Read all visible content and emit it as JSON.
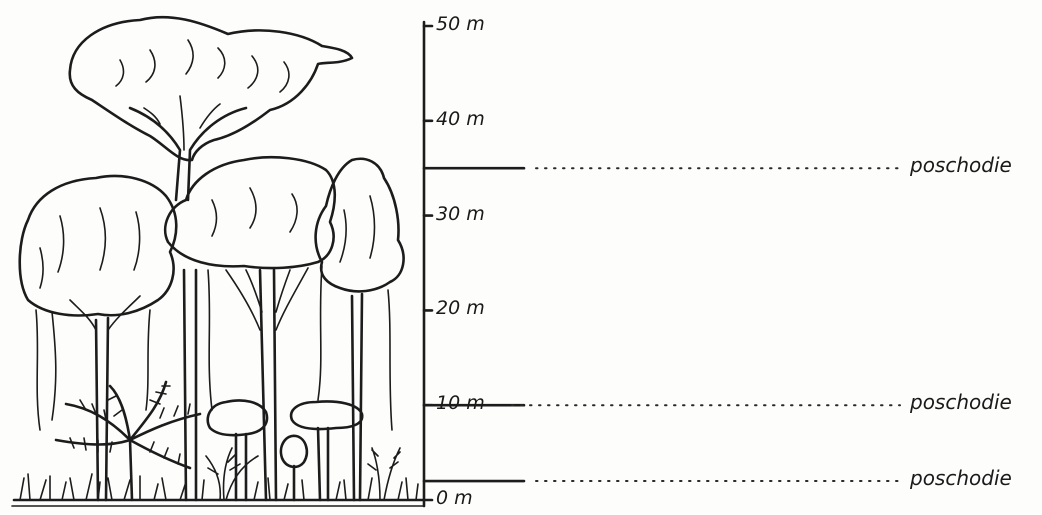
{
  "scale": {
    "unit": "m",
    "ticks": [
      {
        "label": "50 m",
        "value": 50
      },
      {
        "label": "40 m",
        "value": 40
      },
      {
        "label": "30 m",
        "value": 30
      },
      {
        "label": "20 m",
        "value": 20
      },
      {
        "label": "10 m",
        "value": 10
      },
      {
        "label": "0 m",
        "value": 0
      }
    ]
  },
  "layers": [
    {
      "label": "poschodie",
      "height_m": 35
    },
    {
      "label": "poschodie",
      "height_m": 10
    },
    {
      "label": "poschodie",
      "height_m": 2
    }
  ]
}
